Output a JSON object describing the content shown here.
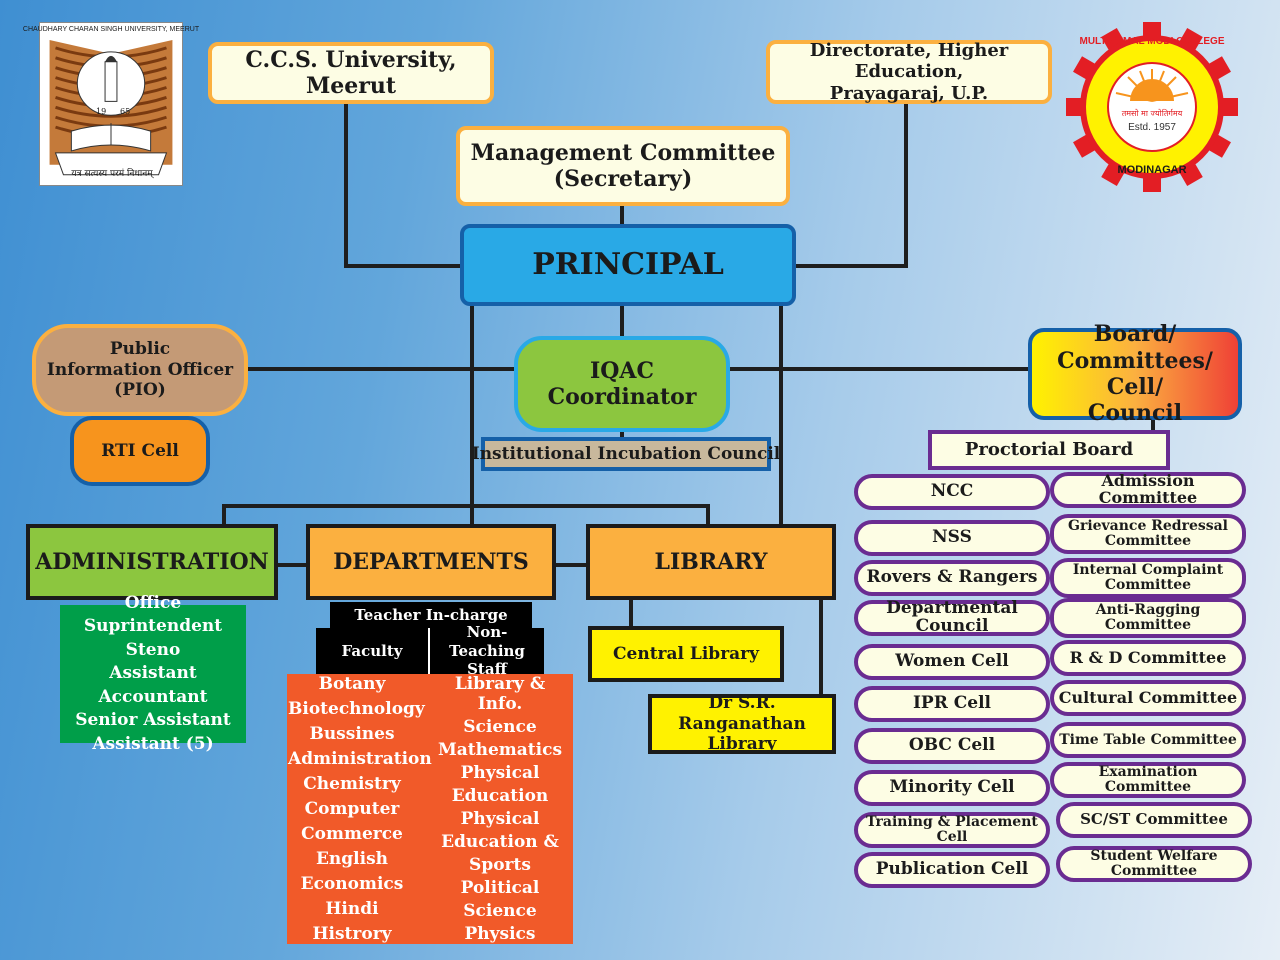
{
  "logo_left": {
    "university_caption": "CHAUDHARY CHARAN SINGH UNIVERSITY, MEERUT",
    "year_left": "19",
    "year_right": "65",
    "motto": "यत्र सत्यस्य परमं निधानम्"
  },
  "logo_right": {
    "college_name": "MULTANIMAL MODI COLLEGE",
    "place": "MODINAGAR",
    "motto": "तमसो मा ज्योतिर्गमय",
    "established": "Estd. 1957"
  },
  "nodes": {
    "ccs_university": "C.C.S. University, Meerut",
    "directorate": [
      "Directorate, Higher Education,",
      "Prayagaraj, U.P."
    ],
    "management": [
      "Management Committee",
      "(Secretary)"
    ],
    "principal": "PRINCIPAL",
    "pio": [
      "Public",
      "Information Officer",
      "(PIO)"
    ],
    "rti": "RTI Cell",
    "iqac": [
      "IQAC",
      "Coordinator"
    ],
    "incubation": "Institutional Incubation Council",
    "boards": [
      "Board/",
      "Committees/ Cell/",
      "Council"
    ],
    "proctorial": "Proctorial Board",
    "administration": "ADMINISTRATION",
    "departments": "DEPARTMENTS",
    "library": "LIBRARY"
  },
  "admin_staff": [
    "Office Suprintendent",
    "Steno",
    "Assistant Accountant",
    "Senior Assistant",
    "Assistant (5)"
  ],
  "departments_block": {
    "teacher_incharge": "Teacher In-charge",
    "faculty": "Faculty",
    "non_teaching": [
      "Non-Teaching",
      "Staff"
    ],
    "col1": [
      "Botany",
      "Biotechnology",
      "Bussines",
      "Administration",
      "Chemistry",
      "Computer",
      "Commerce",
      "English",
      "Economics",
      "Hindi",
      "Histrory"
    ],
    "col2": [
      "Library & Info.",
      "Science",
      "Mathematics",
      "Physical",
      "Education",
      "Physical",
      "Education &",
      "Sports",
      "Political",
      "Science",
      "Physics"
    ]
  },
  "library_block": {
    "central": "Central Library",
    "ranganathan": [
      "Dr S.R. Ranganathan",
      "Library"
    ]
  },
  "cells_left": [
    "NCC",
    "NSS",
    "Rovers & Rangers",
    "Departmental Council",
    "Women Cell",
    "IPR Cell",
    "OBC Cell",
    "Minority Cell",
    "Training & Placement Cell",
    "Publication Cell"
  ],
  "cells_right": [
    [
      "Admission Committee"
    ],
    [
      "Grievance Redressal",
      "Committee"
    ],
    [
      "Internal Complaint",
      "Committee"
    ],
    [
      "Anti-Ragging",
      "Committee"
    ],
    [
      "R & D Committee"
    ],
    [
      "Cultural Committee"
    ],
    [
      "Time Table Committee"
    ],
    [
      "Examination Committee"
    ],
    [
      "SC/ST Committee"
    ],
    [
      "Student Welfare Committee"
    ]
  ],
  "colors": {
    "principal": "#29a9e6",
    "pio": "#c49a76",
    "iqac": "#8cc63f",
    "departments": "#fbb040",
    "admin_list": "#009e49",
    "dept_list": "#f15a29",
    "library_items": "#fff200",
    "cell_border": "#6a2c91",
    "cell_fill": "#fdfde4"
  }
}
